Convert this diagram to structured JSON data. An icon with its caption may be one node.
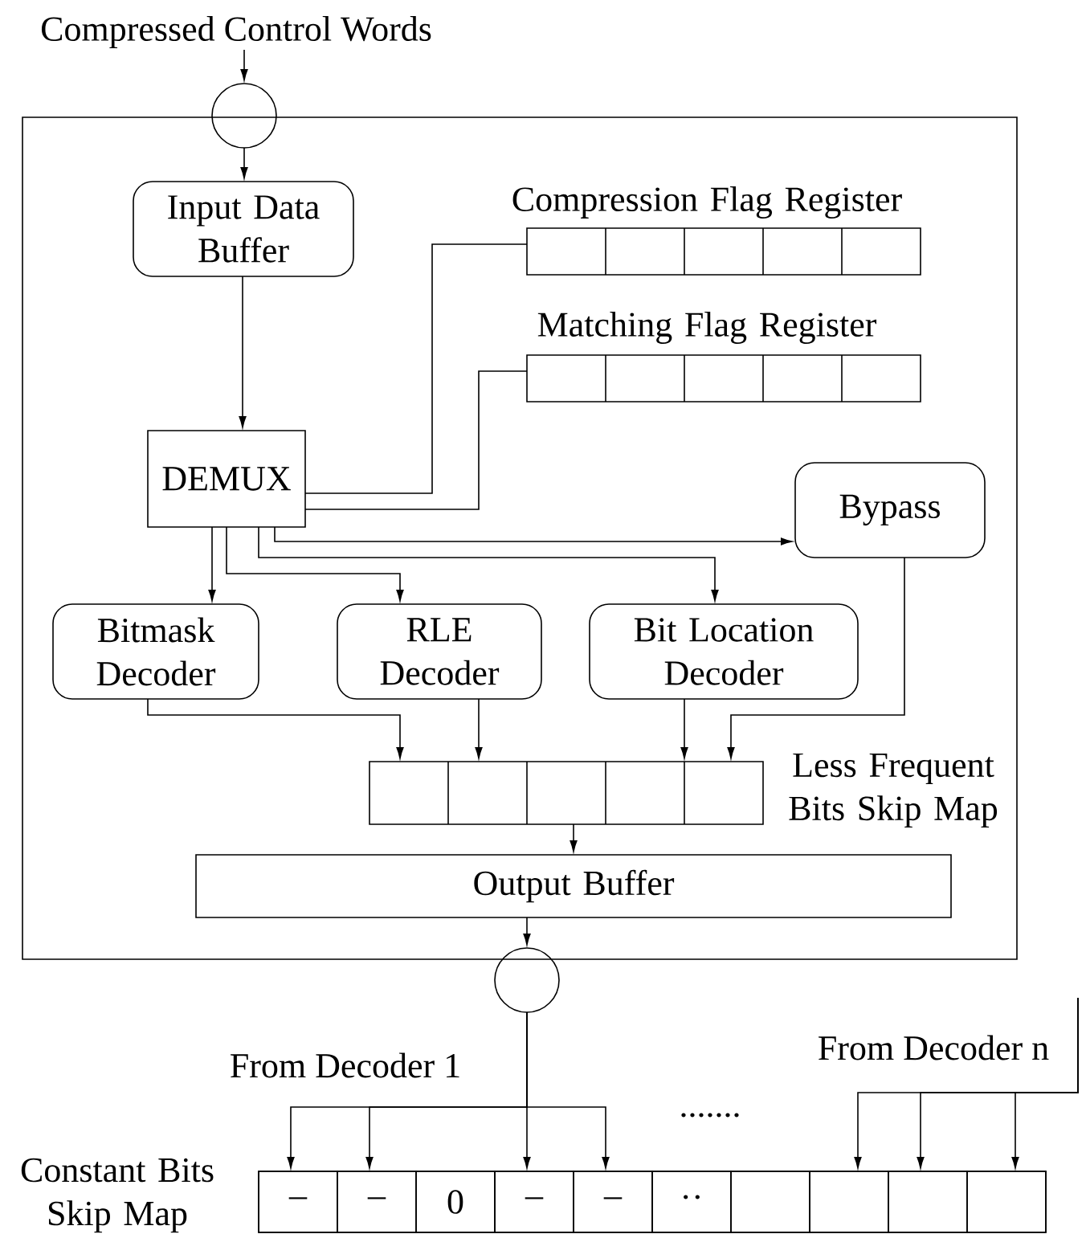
{
  "diagram": {
    "nodes": [
      {
        "text": [],
        "shape": "box"
      },
      {
        "text": [
          "Compressed Control Words"
        ]
      },
      {
        "text": [],
        "shape": "circle"
      },
      {
        "text": [
          "Input Data Buffer"
        ],
        "in": 0
      },
      {
        "text": [
          "Compression Flag Register"
        ],
        "in": 0
      },
      {
        "text": [
          "Matching Flag Register"
        ],
        "in": 0
      },
      {
        "text": [
          "DEMUX"
        ],
        "in": 0
      },
      {
        "text": [
          "Bypass"
        ],
        "in": 0
      },
      {
        "text": [
          "Bitmask Decoder"
        ],
        "in": 0
      },
      {
        "text": [
          "RLE Decoder"
        ],
        "in": 0
      },
      {
        "text": [
          "Bit Location Decoder"
        ],
        "in": 0
      },
      {
        "text": [
          "Less Frequent Bits Skip Map"
        ],
        "in": 0
      },
      {
        "text": [
          "Output Buffer"
        ],
        "in": 0
      },
      {
        "text": [],
        "shape": "circle"
      },
      {
        "text": [
          "Constant Bits Skip Map"
        ]
      },
      {
        "text": [
          "–"
        ],
        "in": 14
      },
      {
        "text": [
          "–"
        ],
        "in": 14
      },
      {
        "text": [
          "0"
        ],
        "in": 14
      },
      {
        "text": [
          "–"
        ],
        "in": 14
      },
      {
        "text": [
          "–"
        ],
        "in": 14
      },
      {
        "text": [
          "··"
        ],
        "in": 14
      },
      {
        "text": [],
        "shape": "box",
        "in": 14
      },
      {
        "text": [],
        "shape": "box",
        "in": 14
      },
      {
        "text": [],
        "shape": "box",
        "in": 14
      },
      {
        "text": [],
        "shape": "box",
        "in": 14
      }
    ],
    "edges": [
      {
        "from": 1,
        "to": 2,
        "arrow": "to"
      },
      {
        "from": 2,
        "to": 3,
        "arrow": "to"
      },
      {
        "from": 3,
        "to": 6,
        "arrow": "to"
      },
      {
        "from": 6,
        "to": 4,
        "arrow": "none"
      },
      {
        "from": 6,
        "to": 5,
        "arrow": "none"
      },
      {
        "from": 6,
        "to": 7,
        "arrow": "to"
      },
      {
        "from": 6,
        "to": 10,
        "arrow": "to"
      },
      {
        "from": 6,
        "to": 9,
        "arrow": "to"
      },
      {
        "from": 6,
        "to": 8,
        "arrow": "to"
      },
      {
        "from": 8,
        "to": 11,
        "arrow": "to"
      },
      {
        "from": 9,
        "to": 11,
        "arrow": "to"
      },
      {
        "from": 10,
        "to": 11,
        "arrow": "to"
      },
      {
        "from": 7,
        "to": 11,
        "arrow": "to"
      },
      {
        "from": 11,
        "to": 12,
        "arrow": "to"
      },
      {
        "from": 12,
        "to": 13,
        "arrow": "to"
      },
      {
        "from": 13,
        "to": 15,
        "arrow": "to"
      },
      {
        "from": 13,
        "to": 16,
        "arrow": "to"
      },
      {
        "from": 13,
        "to": 18,
        "arrow": "to"
      },
      {
        "from": 13,
        "to": 19,
        "arrow": "to"
      },
      {
        "from": null,
        "to": 22,
        "arrow": "to"
      },
      {
        "from": null,
        "to": 23,
        "arrow": "to"
      },
      {
        "from": null,
        "to": 24,
        "arrow": "to"
      }
    ],
    "labels": [
      "From Decoder 1",
      ".......",
      "From Decoder n"
    ]
  }
}
